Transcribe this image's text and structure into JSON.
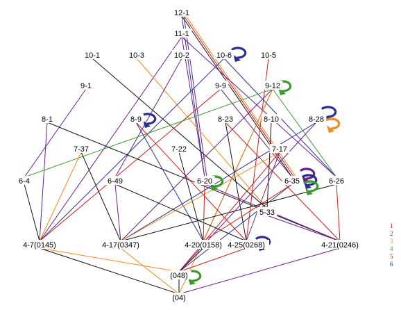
{
  "colors": {
    "1": "#d11a1a",
    "2": "#6a1f8a",
    "3": "#f08a1c",
    "4": "#3a9a2a",
    "5": "#d11a1a",
    "6": "#2a2f8f",
    "black": "#111111"
  },
  "legend": [
    "1",
    "2",
    "3",
    "4",
    "5",
    "6"
  ],
  "nodes": [
    {
      "id": "12-1",
      "label": "12-1"
    },
    {
      "id": "11-1",
      "label": "11-1"
    },
    {
      "id": "10-1",
      "label": "10-1"
    },
    {
      "id": "10-3",
      "label": "10-3"
    },
    {
      "id": "10-2",
      "label": "10-2"
    },
    {
      "id": "10-6",
      "label": "10-6"
    },
    {
      "id": "10-5",
      "label": "10-5"
    },
    {
      "id": "9-1",
      "label": "9-1"
    },
    {
      "id": "9-9",
      "label": "9-9"
    },
    {
      "id": "9-12",
      "label": "9-12"
    },
    {
      "id": "8-1",
      "label": "8-1"
    },
    {
      "id": "8-9",
      "label": "8-9"
    },
    {
      "id": "8-23",
      "label": "8-23"
    },
    {
      "id": "8-10",
      "label": "8-10"
    },
    {
      "id": "8-28",
      "label": "8-28"
    },
    {
      "id": "7-37",
      "label": "7-37"
    },
    {
      "id": "7-22",
      "label": "7-22"
    },
    {
      "id": "7-17",
      "label": "7-17"
    },
    {
      "id": "6-4",
      "label": "6-4"
    },
    {
      "id": "6-49",
      "label": "6-49"
    },
    {
      "id": "6-20",
      "label": "6-20"
    },
    {
      "id": "6-35",
      "label": "6-35"
    },
    {
      "id": "6-26",
      "label": "6-26"
    },
    {
      "id": "5-33",
      "label": "5-33"
    },
    {
      "id": "4-7",
      "label": "4-7(0145)"
    },
    {
      "id": "4-17",
      "label": "4-17(0347)"
    },
    {
      "id": "4-20",
      "label": "4-20(0158)"
    },
    {
      "id": "4-25",
      "label": "4-25(0268)"
    },
    {
      "id": "4-21",
      "label": "4-21(0246)"
    },
    {
      "id": "048",
      "label": "(048)"
    },
    {
      "id": "04",
      "label": "(04)"
    }
  ],
  "edges": [
    [
      "12-1",
      "6-20",
      "6"
    ],
    [
      "12-1",
      "6-20",
      "2"
    ],
    [
      "12-1",
      "6-35",
      "black"
    ],
    [
      "12-1",
      "6-35",
      "5"
    ],
    [
      "12-1",
      "6-35",
      "3"
    ],
    [
      "11-1",
      "6-20",
      "2"
    ],
    [
      "11-1",
      "4-7",
      "2"
    ],
    [
      "11-1",
      "6-26",
      "2"
    ],
    [
      "10-1",
      "5-33",
      "black"
    ],
    [
      "10-3",
      "5-33",
      "3"
    ],
    [
      "10-2",
      "6-49",
      "2"
    ],
    [
      "10-6",
      "4-7",
      "6"
    ],
    [
      "10-6",
      "6-26",
      "6"
    ],
    [
      "10-5",
      "4-25",
      "1"
    ],
    [
      "9-1",
      "6-4",
      "2"
    ],
    [
      "9-9",
      "6-35",
      "2"
    ],
    [
      "9-9",
      "4-7",
      "1"
    ],
    [
      "9-12",
      "6-4",
      "4"
    ],
    [
      "9-12",
      "6-26",
      "4"
    ],
    [
      "9-12",
      "4-17",
      "2"
    ],
    [
      "9-12",
      "4-20",
      "black"
    ],
    [
      "9-12",
      "04",
      "3"
    ],
    [
      "8-1",
      "4-7",
      "2"
    ],
    [
      "8-1",
      "4-21",
      "black"
    ],
    [
      "8-9",
      "4-20",
      "6"
    ],
    [
      "8-9",
      "4-25",
      "1"
    ],
    [
      "8-23",
      "4-25",
      "black"
    ],
    [
      "8-23",
      "4-21",
      "1"
    ],
    [
      "8-10",
      "5-33",
      "black"
    ],
    [
      "8-28",
      "4-17",
      "6"
    ],
    [
      "8-28",
      "048",
      "2"
    ],
    [
      "7-37",
      "4-17",
      "black"
    ],
    [
      "7-37",
      "4-7",
      "3"
    ],
    [
      "7-22",
      "4-20",
      "black"
    ],
    [
      "7-17",
      "4-17",
      "3"
    ],
    [
      "7-17",
      "048",
      "1"
    ],
    [
      "7-17",
      "4-25",
      "2"
    ],
    [
      "6-4",
      "4-7",
      "black"
    ],
    [
      "6-49",
      "4-17",
      "2"
    ],
    [
      "6-49",
      "4-25",
      "black"
    ],
    [
      "6-20",
      "4-20",
      "1"
    ],
    [
      "6-20",
      "4-21",
      "2"
    ],
    [
      "6-35",
      "048",
      "6"
    ],
    [
      "6-35",
      "4-20",
      "1"
    ],
    [
      "6-26",
      "4-21",
      "1"
    ],
    [
      "6-26",
      "4-17",
      "black"
    ],
    [
      "5-33",
      "4-21",
      "2"
    ],
    [
      "4-7",
      "04",
      "black"
    ],
    [
      "4-7",
      "048",
      "3"
    ],
    [
      "4-17",
      "04",
      "3"
    ],
    [
      "4-20",
      "048",
      "black"
    ],
    [
      "4-25",
      "048",
      "1"
    ],
    [
      "4-21",
      "04",
      "2"
    ],
    [
      "048",
      "04",
      "black"
    ]
  ],
  "loops": [
    {
      "node": "10-6",
      "color": "6"
    },
    {
      "node": "9-12",
      "color": "4"
    },
    {
      "node": "8-9",
      "color": "6"
    },
    {
      "node": "8-28",
      "color": "6"
    },
    {
      "node": "8-28",
      "color": "3"
    },
    {
      "node": "6-20",
      "color": "4"
    },
    {
      "node": "6-35",
      "color": "2"
    },
    {
      "node": "6-35",
      "color": "6"
    },
    {
      "node": "6-35",
      "color": "4"
    },
    {
      "node": "4-25",
      "color": "6"
    },
    {
      "node": "048",
      "color": "4"
    }
  ]
}
